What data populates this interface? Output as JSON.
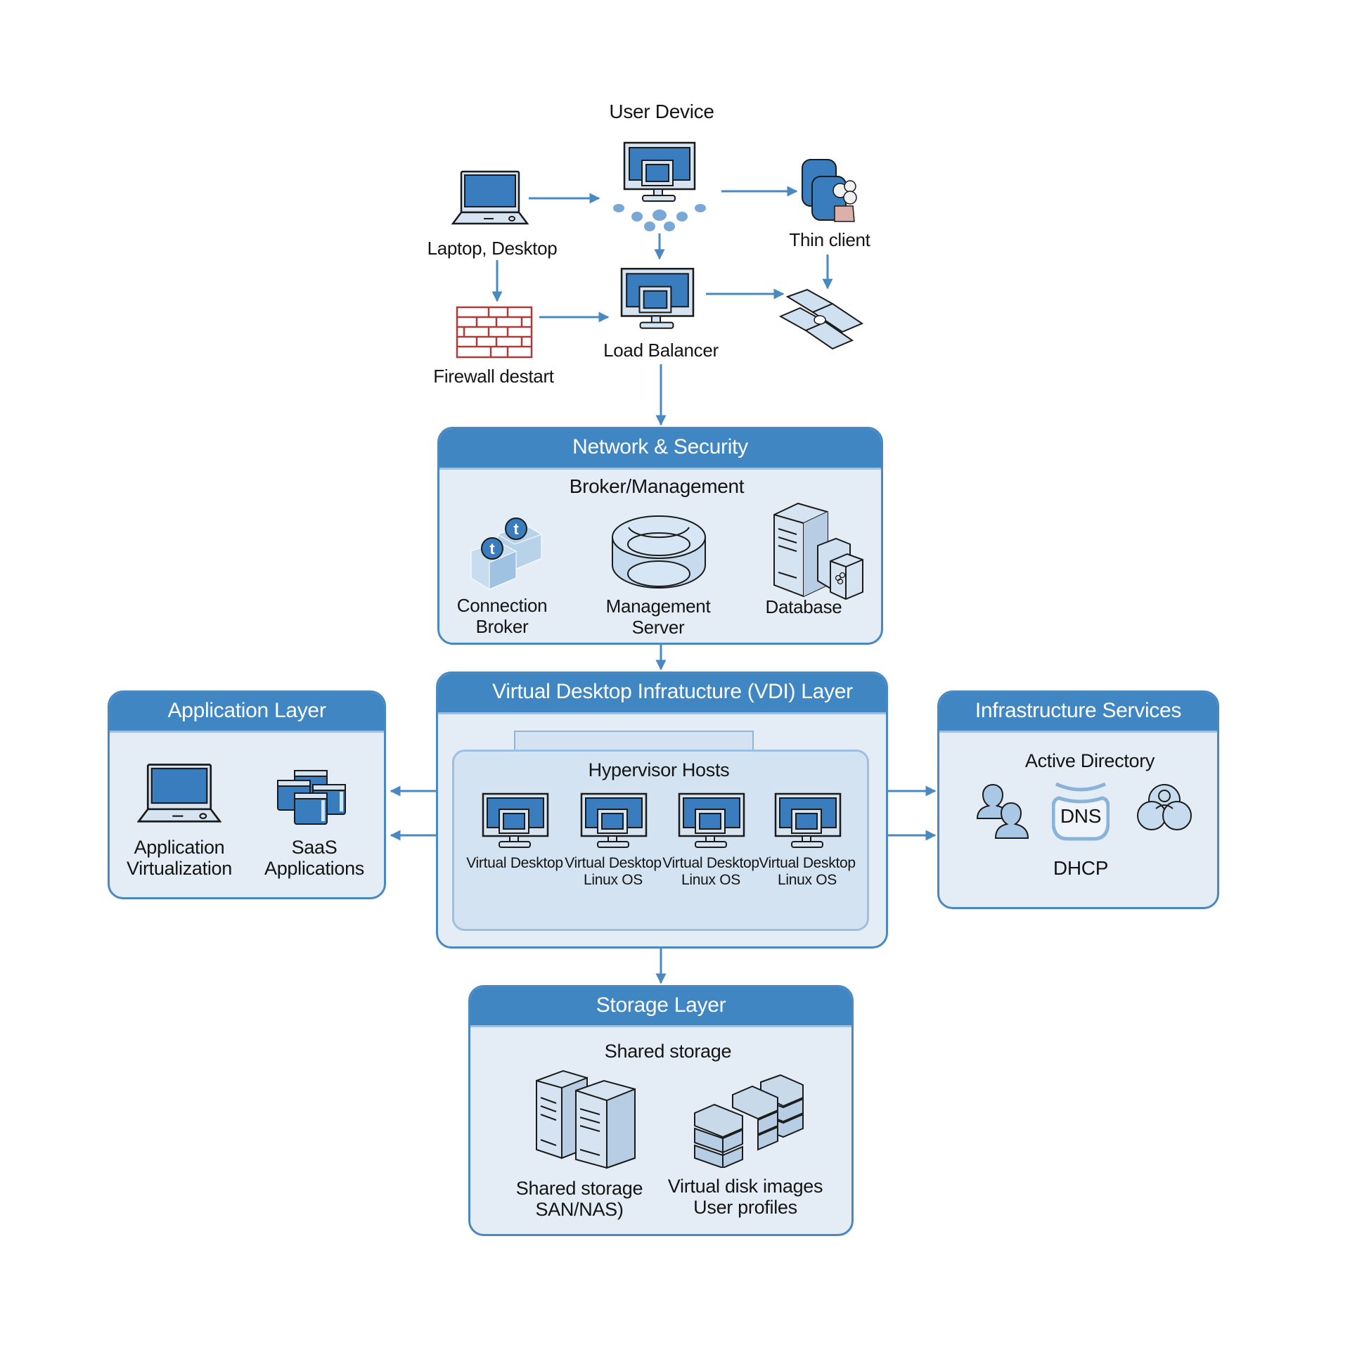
{
  "colors": {
    "header_blue": "#3f86c3",
    "panel_fill": "#e4edf5",
    "panel_border": "#4a88c2",
    "arrow": "#4a88c2",
    "icon_blue": "#3a7dbf",
    "firewall_red": "#b03a3a"
  },
  "top": {
    "user_device_title": "User Device",
    "laptop_label": "Laptop, Desktop",
    "thin_client_label": "Thin client",
    "firewall_label": "Firewall destart",
    "load_balancer_label": "Load Balancer"
  },
  "network_security": {
    "header": "Network & Security",
    "subtitle": "Broker/Management",
    "items": [
      {
        "line1": "Connection",
        "line2": "Broker",
        "icon": "connection-broker-icon"
      },
      {
        "line1": "Management",
        "line2": "Server",
        "icon": "management-server-icon"
      },
      {
        "line1": "Database",
        "line2": "",
        "icon": "database-server-icon"
      }
    ]
  },
  "vdi": {
    "header": "Virtual Desktop Infratucture (VDI) Layer",
    "hypervisor_title": "Hypervisor Hosts",
    "desktops": [
      {
        "line1": "Virtual Desktop",
        "line2": ""
      },
      {
        "line1": "Virtual Desktop",
        "line2": "Linux OS"
      },
      {
        "line1": "Virtual Desktop",
        "line2": "Linux OS"
      },
      {
        "line1": "Virtual Desktop",
        "line2": "Linux OS"
      }
    ]
  },
  "application_layer": {
    "header": "Application Layer",
    "items": [
      {
        "line1": "Application",
        "line2": "Virtualization",
        "icon": "laptop-icon"
      },
      {
        "line1": "SaaS",
        "line2": "Applications",
        "icon": "app-windows-icon"
      }
    ]
  },
  "infrastructure_services": {
    "header": "Infrastructure Services",
    "subtitle": "Active Directory",
    "dns_label": "DNS",
    "dhcp_label": "DHCP"
  },
  "storage_layer": {
    "header": "Storage Layer",
    "subtitle": "Shared storage",
    "items": [
      {
        "line1": "Shared storage",
        "line2": "SAN/NAS)",
        "icon": "storage-servers-icon"
      },
      {
        "line1": "Virtual disk images",
        "line2": "User profiles",
        "icon": "disk-stack-icon"
      }
    ]
  }
}
